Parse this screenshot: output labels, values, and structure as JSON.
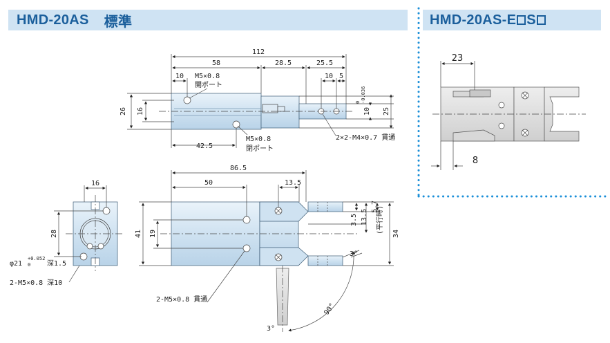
{
  "header": {
    "model": "HMD-20AS",
    "variant": "標準",
    "option_prefix": "HMD-20AS-E",
    "option_mid": "S"
  },
  "top_view": {
    "dim_total": "112",
    "dim_58": "58",
    "dim_28_5": "28.5",
    "dim_25_5": "25.5",
    "dim_10a": "10",
    "dim_10b": "10",
    "dim_5": "5",
    "port_label_1": "M5×0.8",
    "port_label_1b": "開ポート",
    "port_label_2": "M5×0.8",
    "port_label_2b": "閉ポート",
    "dim_26": "26",
    "dim_16": "16",
    "dim_25": "25",
    "dim_jaw_width": "10",
    "tol_upper": "0",
    "tol_lower": "-0.036",
    "dim_42_5": "42.5",
    "thru_holes": "2×2-M4×0.7 貫通"
  },
  "side_view": {
    "dim_86_5": "86.5",
    "dim_50": "50",
    "dim_13_5": "13.5",
    "dim_41": "41",
    "dim_19": "19",
    "dim_3_5": "3.5",
    "dim_13_5v": "13.5",
    "dim_5_7": "5.7",
    "parallel": "(平行時)",
    "dim_34": "34",
    "angle_3a": "3°",
    "angle_3b": "3°",
    "angle_90": "90°",
    "mount_holes": "2-M5×0.8 貫通"
  },
  "end_view": {
    "dim_16": "16",
    "dim_28": "28",
    "bore": "φ21",
    "bore_tol": "+0.052",
    "bore_tol0": "0",
    "bore_depth": "深1.5",
    "taps": "2-M5×0.8 深10"
  },
  "option_view": {
    "dim_23": "23",
    "dim_8": "8"
  },
  "colors": {
    "body_fill": "#d5e7f4",
    "body_stroke": "#3a5a74",
    "header_bg": "#cfe3f3",
    "header_text": "#1b5f9c",
    "dots": "#1b8fd8"
  }
}
